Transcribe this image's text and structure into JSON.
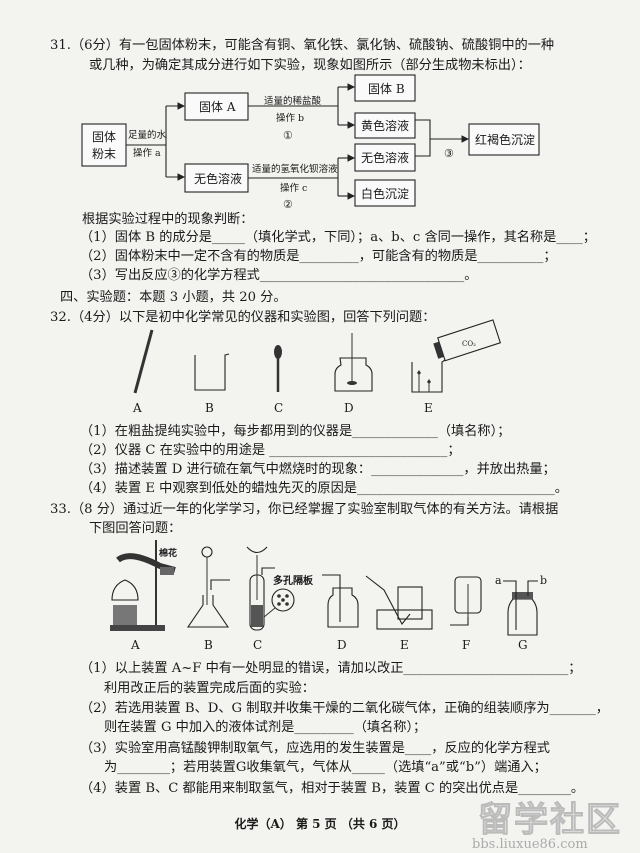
{
  "q31": {
    "line1": "31.（6分）有一包固体粉末，可能含有铜、氧化铁、氯化钠、硫酸钠、硫酸铜中的一种",
    "line2": "或几种，为确定其成分进行如下实验，现象如图所示（部分生成物未标出）：",
    "diagram": {
      "start": [
        "固体",
        "粉末"
      ],
      "water": "足量的水",
      "op_a": "操作 a",
      "solid_a": "固体 A",
      "solution_colorless": "无色溶液",
      "hcl": "适量的稀盐酸",
      "op_b": "操作 b",
      "step1": "①",
      "baoh": "适量的氢氧化钡溶液",
      "op_c": "操作 c",
      "step2": "②",
      "solid_b": "固体 B",
      "yellow": "黄色溶液",
      "colorless2": "无色溶液",
      "white": "白色沉淀",
      "step3": "③",
      "red_brown": "红褐色沉淀"
    },
    "intro": "根据实验过程中的现象判断：",
    "sub1": "（1）固体 B 的成分是_____（填化学式，下同）；a、b、c 含同一操作，其名称是____；",
    "sub2": "（2）固体粉末中一定不含有的物质是_________，可能含有的物质是__________；",
    "sub3": "（3）写出反应③的化学方程式_______________________________。"
  },
  "section4": "四、实验题：本题 3 小题，共 20 分。",
  "q32": {
    "stem": "32.（4分）以下是初中化学常见的仪器和实验图，回答下列问题：",
    "labels": [
      "A",
      "B",
      "C",
      "D",
      "E"
    ],
    "co2_label": "CO₂",
    "sub1": "（1）在粗盐提纯实验中，每步都用到的仪器是_____________（填名称）；",
    "sub2": "（2）仪器 C 在实验中的用途是  ___________________________；",
    "sub3": "（3）描述装置 D 进行硫在氧气中燃烧时的现象：______________，并放出热量；",
    "sub4": "（4）装置 E 中观察到低处的蜡烛先灭的原因是______________________________。"
  },
  "q33": {
    "stem1": "33.（8 分）通过近一年的化学学习，你已经掌握了实验室制取气体的有关方法。请根据",
    "stem2": "下图回答问题：",
    "labels": [
      "A",
      "B",
      "C",
      "D",
      "E",
      "F",
      "G"
    ],
    "cotton": "棉花",
    "porous_plate": "多孔隔板",
    "port_a": "a",
    "port_b": "b",
    "sub1": "（1）以上装置 A~F 中有一处明显的错误，请加以改正_________________________；",
    "sub1b": "利用改正后的装置完成后面的实验：",
    "sub2": "（2）若选用装置 B、D、G 制取并收集干燥的二氧化碳气体，正确的组装顺序为_______，",
    "sub2b": "则在装置 G 中加入的液体试剂是_________（填名称）；",
    "sub3": "（3）实验室用高锰酸钾制取氧气，应选用的发生装置是____，反应的化学方程式",
    "sub3b": "为________；若用装置G收集氧气，气体从_____（选填“a”或“b”）端通入；",
    "sub4": "（4）装置 B、C 都能用来制取氢气，相对于装置 B，装置 C 的突出优点是________。"
  },
  "footer": "化学（A）   第 5 页  （共 6 页）",
  "watermark": {
    "logo": "留学社区",
    "url": "bbs.liuxue86.com"
  }
}
